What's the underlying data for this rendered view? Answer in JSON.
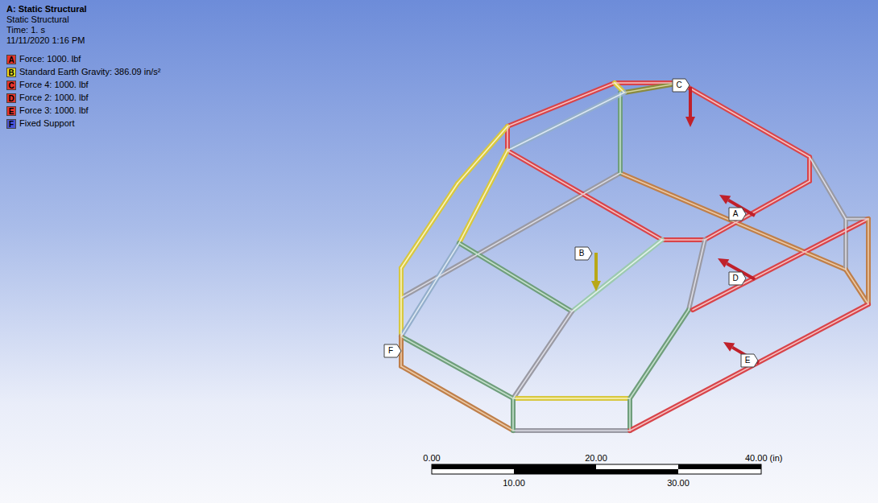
{
  "diagram": {
    "title": "A: Static Structural",
    "labels": [
      "Static Structural",
      "Time: 1. s",
      "11/11/2020 1:16 PM",
      "A",
      "B",
      "C",
      "D",
      "E",
      "F",
      "C",
      "A",
      "B",
      "D",
      "F",
      "E",
      "0.00",
      "20.00",
      "40.00 (in)",
      "10.00",
      "30.00"
    ],
    "legend": [
      {
        "text": "Force: 1000. lbf",
        "color": "#e8352c"
      },
      {
        "text": "Standard Earth Gravity: 386.09 in/s²",
        "color": "#f0e020"
      },
      {
        "text": "Force 4: 1000. lbf",
        "color": "#e8352c"
      },
      {
        "text": "Force 2: 1000. lbf",
        "color": "#e8352c"
      },
      {
        "text": "Force 3: 1000. lbf",
        "color": "#e8352c"
      },
      {
        "text": "Fixed Support",
        "color": "#4a55d8"
      }
    ]
  }
}
